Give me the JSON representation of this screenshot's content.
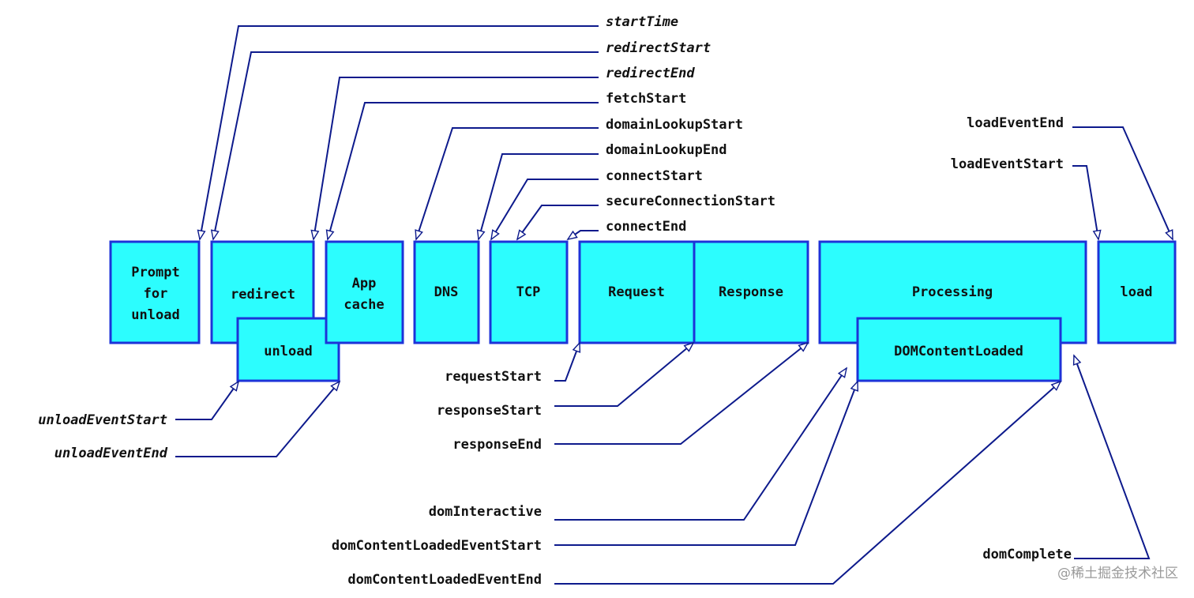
{
  "diagram": {
    "boxes": {
      "prompt_for_unload": [
        "Prompt",
        "for",
        "unload"
      ],
      "redirect": [
        "redirect"
      ],
      "unload": [
        "unload"
      ],
      "app_cache": [
        "App",
        "cache"
      ],
      "dns": [
        "DNS"
      ],
      "tcp": [
        "TCP"
      ],
      "request": [
        "Request"
      ],
      "response": [
        "Response"
      ],
      "processing": [
        "Processing"
      ],
      "dom_content_loaded": [
        "DOMContentLoaded"
      ],
      "load": [
        "load"
      ]
    },
    "labels": {
      "startTime": "startTime",
      "redirectStart": "redirectStart",
      "redirectEnd": "redirectEnd",
      "fetchStart": "fetchStart",
      "domainLookupStart": "domainLookupStart",
      "domainLookupEnd": "domainLookupEnd",
      "connectStart": "connectStart",
      "secureConnectionStart": "secureConnectionStart",
      "connectEnd": "connectEnd",
      "loadEventEnd": "loadEventEnd",
      "loadEventStart": "loadEventStart",
      "unloadEventStart": "unloadEventStart",
      "unloadEventEnd": "unloadEventEnd",
      "requestStart": "requestStart",
      "responseStart": "responseStart",
      "responseEnd": "responseEnd",
      "domInteractive": "domInteractive",
      "domContentLoadedEventStart": "domContentLoadedEventStart",
      "domContentLoadedEventEnd": "domContentLoadedEventEnd",
      "domComplete": "domComplete"
    },
    "colors": {
      "box_fill": "#2cfdfe",
      "box_border": "#1d33d8",
      "connector": "#0d1a8c"
    }
  },
  "watermark": "@稀土掘金技术社区"
}
